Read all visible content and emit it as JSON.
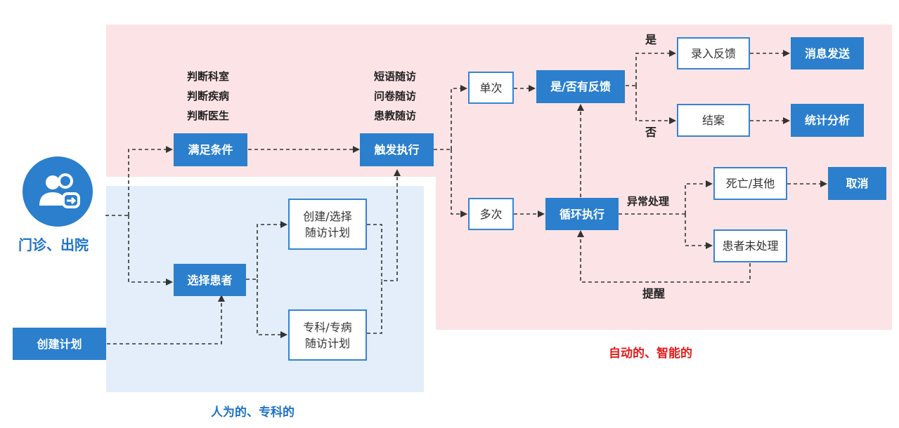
{
  "regions": {
    "auto_label": "自动的、智能的",
    "manual_label": "人为的、专科的"
  },
  "entry": {
    "label": "门诊、出院"
  },
  "nodes": {
    "create_plan": "创建计划",
    "select_patient": "选择患者",
    "meet_conditions": "满足条件",
    "trigger": "触发执行",
    "create_select_plan": "创建/选择\n随访计划",
    "specialty_plan": "专科/专病\n随访计划",
    "single": "单次",
    "multiple": "多次",
    "has_feedback": "是/否有反馈",
    "loop_exec": "循环执行",
    "record_feedback": "录入反馈",
    "send_message": "消息发送",
    "close_case": "结案",
    "statistics": "统计分析",
    "death_other": "死亡/其他",
    "cancel": "取消",
    "patient_unhandled": "患者未处理"
  },
  "condition_notes": [
    "判断科室",
    "判断疾病",
    "判断医生"
  ],
  "trigger_notes": [
    "短语随访",
    "问卷随访",
    "患教随访"
  ],
  "edge_labels": {
    "yes": "是",
    "no": "否",
    "exception": "异常处理",
    "remind": "提醒"
  },
  "colors": {
    "auto_region": "#fce4e6",
    "manual_region": "#e3eefa",
    "node_blue": "#2b7fcd",
    "auto_caption": "#e51c1c",
    "manual_caption": "#1e73c8"
  }
}
